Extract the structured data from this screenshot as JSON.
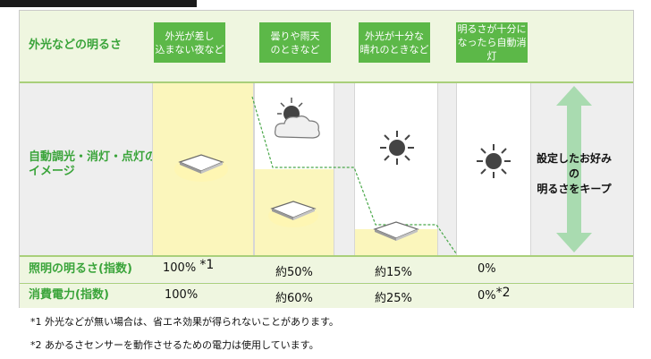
{
  "row_labels": {
    "ambient": "外光などの明るさ",
    "image": "自動調光・消灯・点灯の\nイメージ",
    "brightness": "照明の明るさ(指数)",
    "power": "消費電力(指数)"
  },
  "columns": [
    {
      "header": "外光が差し\n込まない夜など",
      "brightness": "100%",
      "brightness_mark": "*1",
      "power": "100%",
      "light_level": 1.0
    },
    {
      "header": "曇りや雨天\nのときなど",
      "brightness": "約50%",
      "brightness_mark": "",
      "power": "約60%",
      "light_level": 0.5
    },
    {
      "header": "外光が十分な\n晴れのときなど",
      "brightness": "約15%",
      "brightness_mark": "",
      "power": "約25%",
      "light_level": 0.15
    },
    {
      "header": "明るさが十分に\nなったら自動消灯",
      "brightness": "0%",
      "brightness_mark": "",
      "power": "0%",
      "power_mark": "*2",
      "light_level": 0.0
    }
  ],
  "keep_text": "設定したお好みの\n明るさをキープ",
  "notes": [
    "*1  外光などが無い場合は、省エネ効果が得られないことがあります。",
    "*2  あかるさセンサーを動作させるための電力は使用しています。"
  ],
  "colors": {
    "green": "#5cb848",
    "label_green": "#3aa43a",
    "light_yellow": "#fbf6bc",
    "arrow_green": "#a9dbb0"
  }
}
